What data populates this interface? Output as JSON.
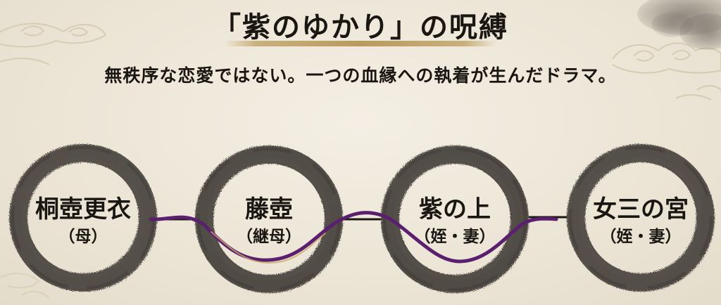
{
  "title": "「紫のゆかり」の呪縛",
  "subtitle": "無秩序な恋愛ではない。一つの血縁への執着が生んだドラマ。",
  "nodes": [
    {
      "name": "桐壺更衣",
      "role": "（母）"
    },
    {
      "name": "藤壺",
      "role": "（継母）"
    },
    {
      "name": "紫の上",
      "role": "（姪・妻）"
    },
    {
      "name": "女三の宮",
      "role": "（姪・妻）"
    }
  ],
  "colors": {
    "ink": "#1a1612",
    "purple_thread": "#5a1f6e",
    "gold_accent": "#c9b07c"
  }
}
